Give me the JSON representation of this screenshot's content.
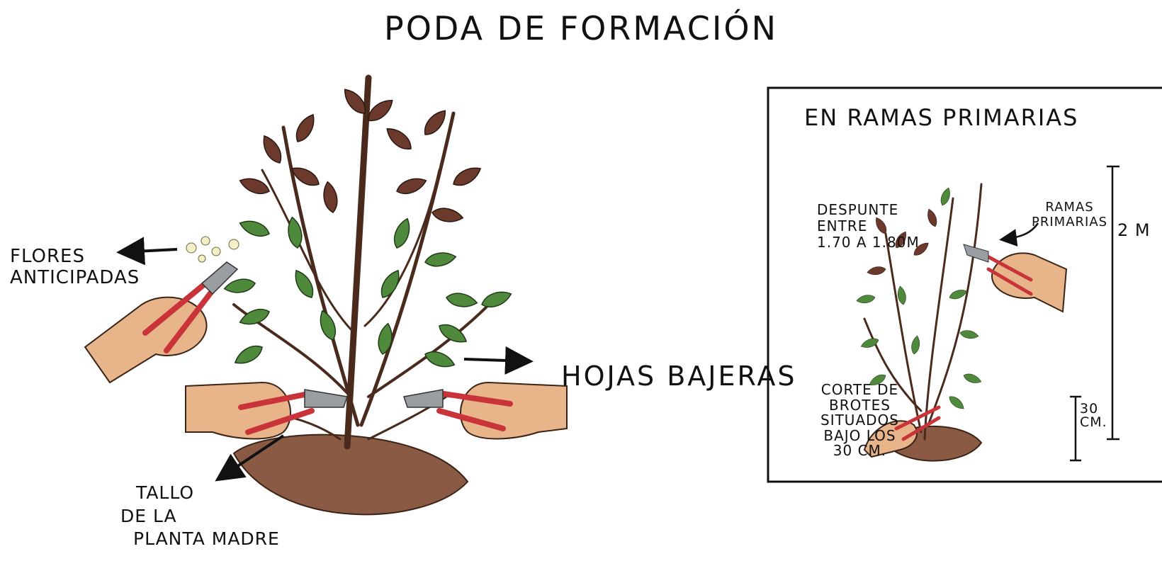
{
  "title": "PODA DE FORMACIÓN",
  "labels": {
    "flores_anticipadas": "FLORES ANTICIPADAS",
    "hojas_bajeras": "HOJAS BAJERAS",
    "tallo_line1": "TALLO",
    "tallo_line2": "DE LA",
    "tallo_line3": "PLANTA MADRE"
  },
  "inset": {
    "title": "EN RAMAS PRIMARIAS",
    "despunte_line1": "DESPUNTE",
    "despunte_line2": "ENTRE",
    "despunte_line3": "1.70 A 1.80M",
    "ramas_line1": "RAMAS",
    "ramas_line2": "PRIMARIAS",
    "height_total": "2 M",
    "corte_line1": "CORTE DE",
    "corte_line2": "BROTES",
    "corte_line3": "SITUADOS",
    "corte_line4": "BAJO LOS",
    "corte_line5": "30 CM.",
    "height_low_line1": "30",
    "height_low_line2": "CM."
  },
  "colors": {
    "leaf_green": "#4f8a3c",
    "leaf_brown": "#6b3a2c",
    "stem": "#4a2a1c",
    "soil": "#8b5a44",
    "skin": "#e8b58b",
    "handle_red": "#c8343a",
    "blade_grey": "#9a9ea3"
  }
}
